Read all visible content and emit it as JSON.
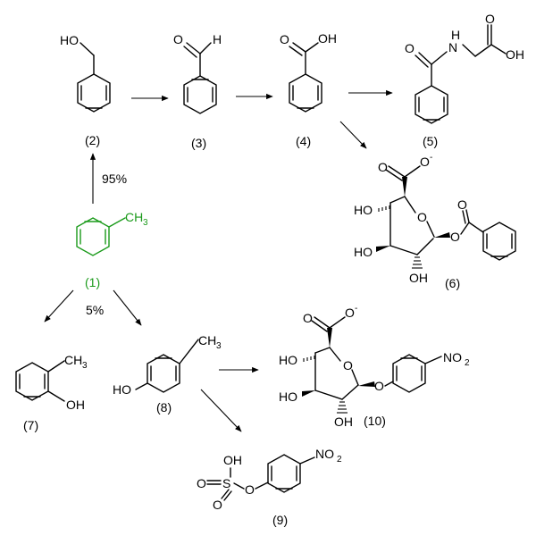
{
  "compounds": {
    "c1": {
      "label": "(1)",
      "substituent": "CH",
      "sub": "3"
    },
    "c2": {
      "label": "(2)",
      "substituent": "HO"
    },
    "c3": {
      "label": "(3)",
      "substituent_o": "O",
      "substituent_h": "H"
    },
    "c4": {
      "label": "(4)",
      "substituent_o": "O",
      "substituent_oh": "OH"
    },
    "c5": {
      "label": "(5)",
      "o1": "O",
      "nh_n": "N",
      "nh_h": "H",
      "o2": "O",
      "oh": "OH"
    },
    "c6": {
      "label": "(6)",
      "carboxylate_o": "O",
      "charge": "-",
      "ring_o": "O",
      "ho1": "HO",
      "ho2": "HO",
      "oh": "OH",
      "ester_o": "O",
      "carbonyl_o": "O"
    },
    "c7": {
      "label": "(7)",
      "ch": "CH",
      "sub": "3",
      "oh": "OH"
    },
    "c8": {
      "label": "(8)",
      "ch": "CH",
      "sub": "3",
      "ho": "HO"
    },
    "c9": {
      "label": "(9)",
      "oh": "OH",
      "o_left": "O",
      "s": "S",
      "o_bottom": "O",
      "o_ether": "O",
      "no": "NO",
      "no_sub": "2"
    },
    "c10": {
      "label": "(10)",
      "carboxylate_o": "O",
      "charge": "-",
      "ring_o": "O",
      "ho1": "HO",
      "ho2": "HO",
      "oh": "OH",
      "ether_o": "O",
      "no": "NO",
      "no_sub": "2"
    }
  },
  "yields": {
    "y2": "95%",
    "y_phenol": "5%"
  },
  "colors": {
    "highlight": "#1a9a1a"
  }
}
